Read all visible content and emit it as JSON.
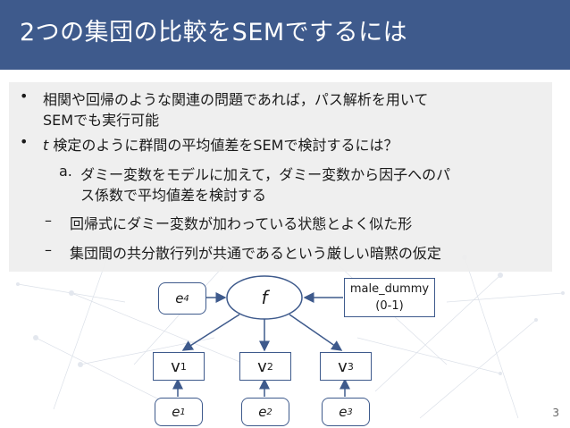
{
  "colors": {
    "title_bg": "#3e5a8c",
    "node_border": "#3e5a8c",
    "box_bg": "#eeeeee"
  },
  "slide": {
    "title": "2つの集団の比較をSEMでするには",
    "page_number": "3"
  },
  "bullets": [
    {
      "marker": "•",
      "lines": [
        "相関や回帰のような関連の問題であれば，パス解析を用いて",
        "SEMでも実行可能"
      ]
    },
    {
      "marker": "•",
      "italic_prefix": "t",
      "lines": [
        " 検定のように群間の平均値差をSEMで検討するには？"
      ]
    }
  ],
  "sub_item": {
    "marker": "a.",
    "lines": [
      "ダミー変数をモデルに加えて，ダミー変数から因子へのパ",
      "ス係数で平均値差を検討する"
    ]
  },
  "dash_items": [
    {
      "marker": "–",
      "text": "回帰式にダミー変数が加わっている状態とよく似た形"
    },
    {
      "marker": "–",
      "text": "集団間の共分散行列が共通であるという厳しい暗黙の仮定"
    }
  ],
  "diagram": {
    "factor": {
      "label": "f"
    },
    "factor_error": {
      "base": "e",
      "sub": "4"
    },
    "dummy": {
      "name": "male_dummy",
      "range": "(0-1)"
    },
    "observed": [
      {
        "base": "v",
        "sub": "1"
      },
      {
        "base": "v",
        "sub": "2"
      },
      {
        "base": "v",
        "sub": "3"
      }
    ],
    "errors": [
      {
        "base": "e",
        "sub": "1"
      },
      {
        "base": "e",
        "sub": "2"
      },
      {
        "base": "e",
        "sub": "3"
      }
    ]
  }
}
